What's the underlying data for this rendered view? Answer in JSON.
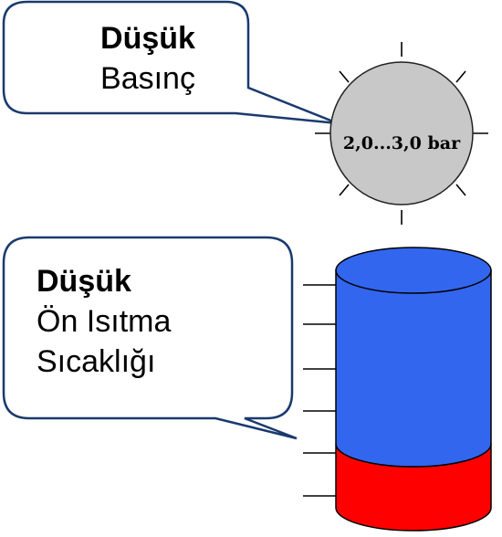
{
  "callout_pressure": {
    "title": "Düşük",
    "text": "Basınç"
  },
  "gauge": {
    "label": "2,0...3,0 bar",
    "fill_color": "#c8c8c8"
  },
  "callout_temperature": {
    "title": "Düşük",
    "line1": "Ön Isıtma",
    "line2": "Sıcaklığı"
  },
  "tank": {
    "upper_color": "#3366ee",
    "lower_color": "#ff0000",
    "fill_level_fraction": 0.18
  }
}
